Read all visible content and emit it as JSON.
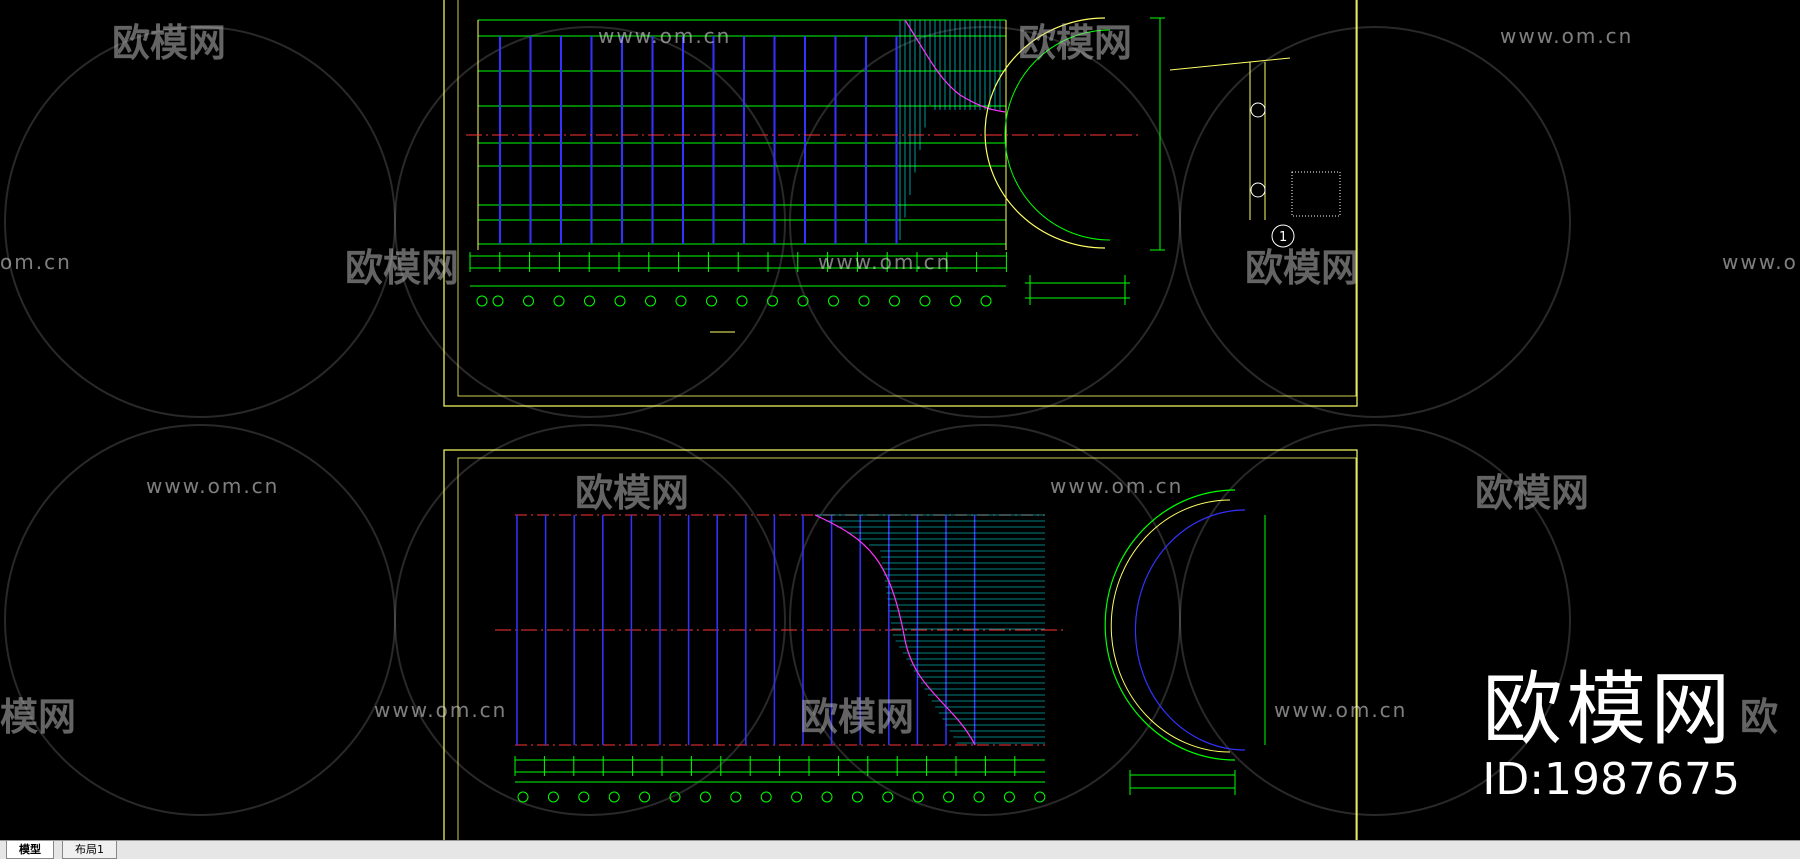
{
  "watermark": {
    "url": "www.om.cn",
    "url_partial": "om.cn",
    "url_partial_right": "www.o",
    "logo": "欧模网",
    "logo_partial_left": "模网",
    "logo_partial_right": "欧"
  },
  "brand": {
    "name": "欧模网",
    "id_label": "ID:1987675"
  },
  "tabs": [
    {
      "label": "模型"
    },
    {
      "label": "布局1"
    }
  ],
  "colors": {
    "background": "#000000",
    "frame": "#ffff66",
    "grid": "#00ff00",
    "beam": "#3333ff",
    "axis": "#ff3333",
    "hatch": "#00ffff",
    "curve": "#ff33ff"
  }
}
